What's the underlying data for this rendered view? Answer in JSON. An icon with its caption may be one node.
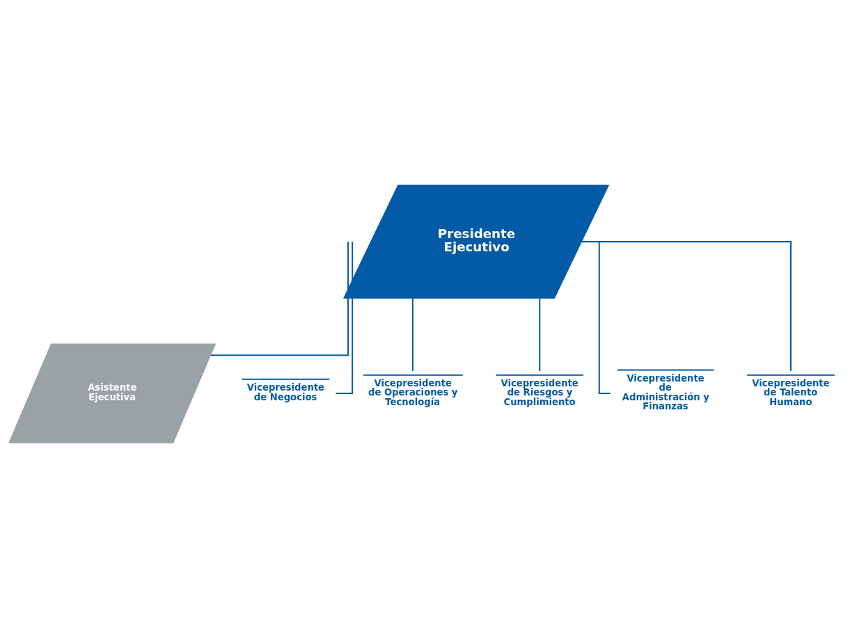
{
  "diagram": {
    "nodes": [
      {
        "text": [
          "Presidente Ejecutivo"
        ]
      },
      {
        "text": [
          "Asistente Ejecutiva"
        ]
      },
      {
        "text": [
          "Vicepresidente de Negocios"
        ]
      },
      {
        "text": [
          "Vicepresidente de Operaciones y Tecnología"
        ]
      },
      {
        "text": [
          "Vicepresidente de Riesgos y Cumplimiento"
        ]
      },
      {
        "text": [
          "Vicepresidente de Administración y Finanzas"
        ]
      },
      {
        "text": [
          "Vicepresidente de Talento Humano"
        ]
      }
    ],
    "edges": [
      {
        "from": 0,
        "to": 1,
        "arrow": "none"
      },
      {
        "from": 0,
        "to": 2,
        "arrow": "none"
      },
      {
        "from": 0,
        "to": 3,
        "arrow": "none"
      },
      {
        "from": 0,
        "to": 4,
        "arrow": "none"
      },
      {
        "from": 0,
        "to": 5,
        "arrow": "none"
      },
      {
        "from": 0,
        "to": 6,
        "arrow": "none"
      }
    ]
  }
}
